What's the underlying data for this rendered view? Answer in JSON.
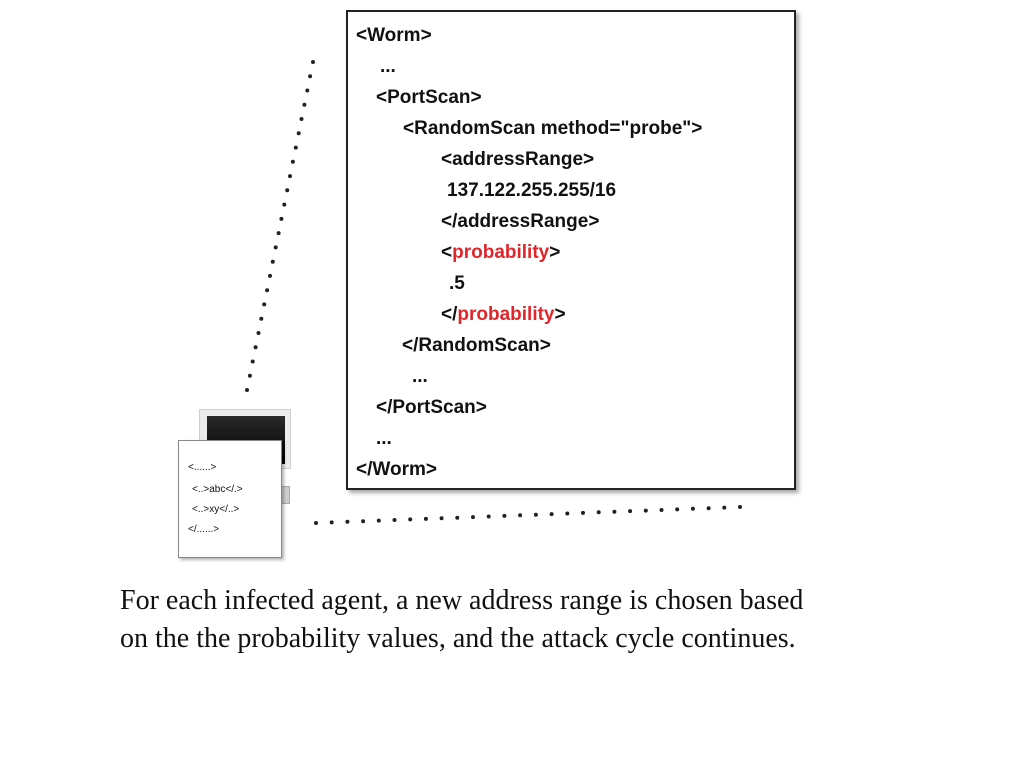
{
  "xml_listing": {
    "lines": [
      [
        "<Worm>"
      ],
      [
        "..."
      ],
      [
        "<PortScan>"
      ],
      [
        "<RandomScan method=\"probe\">"
      ],
      [
        "<addressRange>"
      ],
      [
        "137.122.255.255/16"
      ],
      [
        "</addressRange>"
      ],
      [
        "<",
        "probability",
        ">"
      ],
      [
        ".5"
      ],
      [
        "</",
        "probability",
        ">"
      ],
      [
        "</RandomScan>"
      ],
      [
        "..."
      ],
      [
        "</PortScan>"
      ],
      [
        "..."
      ],
      [
        "</Worm>"
      ]
    ],
    "highlight_color": "#e0262b"
  },
  "document_icon": {
    "lines": [
      "<......>",
      "<..>abc</.>",
      "<..>xy</..>",
      "</......>"
    ]
  },
  "caption": {
    "line1": "For each infected agent, a new address range is chosen based",
    "line2": "on the the probability values, and the attack cycle continues."
  }
}
